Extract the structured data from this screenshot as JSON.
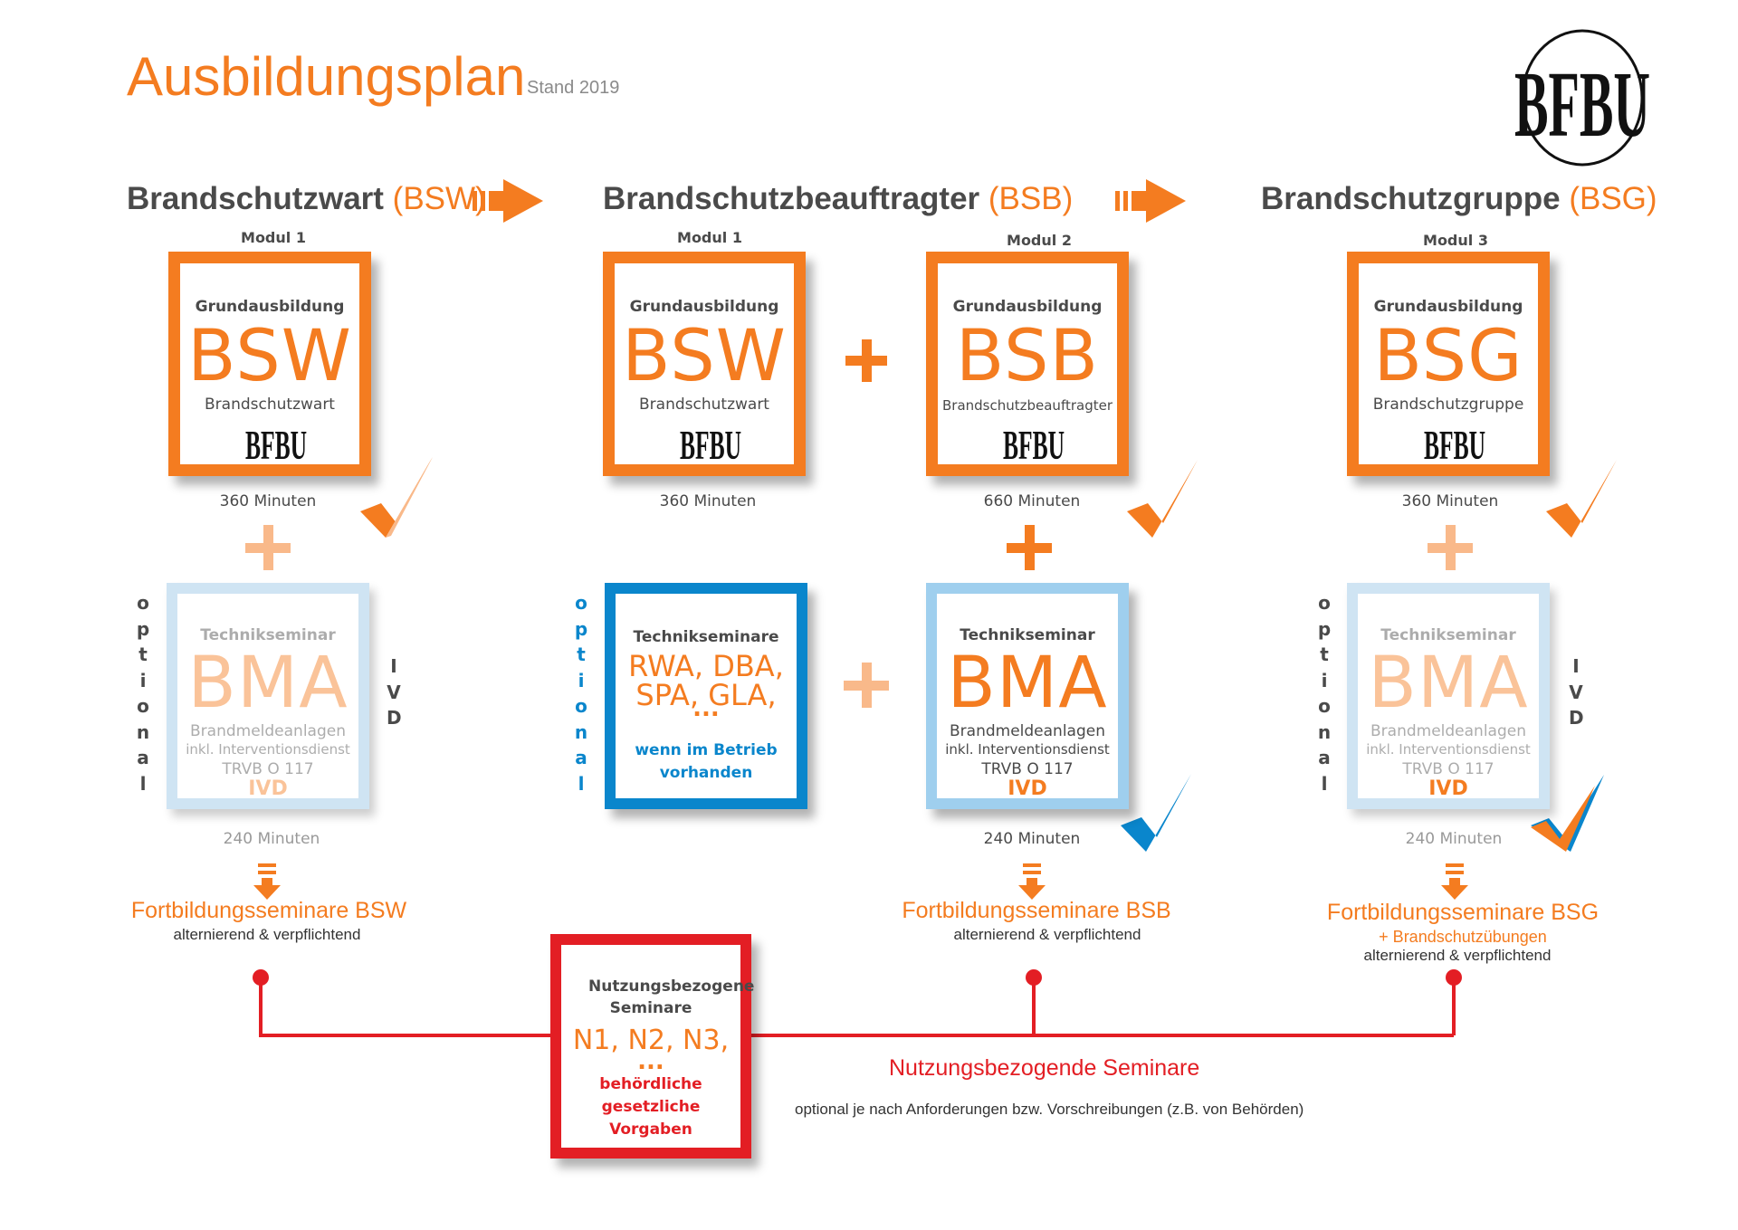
{
  "title": "Ausbildungsplan",
  "stand": "Stand 2019",
  "logo_text": "BFBU",
  "colors": {
    "orange": "#f47c20",
    "light_orange": "#f9b98a",
    "blue": "#0a86cc",
    "light_blue": "#cfe4f3",
    "red": "#e31e24",
    "gray": "#4a4a4a"
  },
  "columns": [
    {
      "header": "Brandschutzwart",
      "header_abbr": "(BSW)",
      "modules": [
        {
          "label": "Modul 1",
          "subtitle": "Grundausbildung",
          "code": "BSW",
          "name": "Brandschutzwart",
          "minutes": "360 Minuten",
          "completed": true
        }
      ],
      "technik": {
        "label": "Technikseminar",
        "code": "BMA",
        "line1": "Brandmeldeanlagen",
        "line2": "inkl. Interventionsdienst",
        "line3": "TRVB O 117",
        "highlight": "IVD",
        "minutes": "240 Minuten",
        "optional": "optional",
        "side": "IVD",
        "faded": true
      },
      "fortbildung": {
        "title": "Fortbildungsseminare BSW",
        "subtitle": "alternierend & verpflichtend"
      }
    },
    {
      "header": "Brandschutzbeauftragter",
      "header_abbr": "(BSB)",
      "modules": [
        {
          "label": "Modul 1",
          "subtitle": "Grundausbildung",
          "code": "BSW",
          "name": "Brandschutzwart",
          "minutes": "360 Minuten",
          "completed": false
        },
        {
          "label": "Modul 2",
          "subtitle": "Grundausbildung",
          "code": "BSB",
          "name": "Brandschutzbeauftragter",
          "minutes": "660 Minuten",
          "completed": true
        }
      ],
      "technik_optional": {
        "label": "Technikseminare",
        "codes": "RWA, DBA, SPA, GLA,",
        "ellipsis": "...",
        "note1": "wenn im Betrieb",
        "note2": "vorhanden",
        "optional": "optional"
      },
      "technik": {
        "label": "Technikseminar",
        "code": "BMA",
        "line1": "Brandmeldeanlagen",
        "line2": "inkl. Interventionsdienst",
        "line3": "TRVB O 117",
        "highlight": "IVD",
        "minutes": "240 Minuten",
        "faded": false,
        "completed": true
      },
      "fortbildung": {
        "title": "Fortbildungsseminare BSB",
        "subtitle": "alternierend & verpflichtend"
      }
    },
    {
      "header": "Brandschutzgruppe",
      "header_abbr": "(BSG)",
      "modules": [
        {
          "label": "Modul 3",
          "subtitle": "Grundausbildung",
          "code": "BSG",
          "name": "Brandschutzgruppe",
          "minutes": "360 Minuten",
          "completed": true
        }
      ],
      "technik": {
        "label": "Technikseminar",
        "code": "BMA",
        "line1": "Brandmeldeanlagen",
        "line2": "inkl. Interventionsdienst",
        "line3": "TRVB O 117",
        "highlight": "IVD",
        "minutes": "240 Minuten",
        "optional": "optional",
        "side": "IVD",
        "faded": true,
        "completed": true
      },
      "fortbildung": {
        "title": "Fortbildungsseminare BSG",
        "extra": "+ Brandschutzübungen",
        "subtitle": "alternierend & verpflichtend"
      }
    }
  ],
  "nutzung_box": {
    "title1": "Nutzungsbezogene",
    "title2": "Seminare",
    "codes": "N1, N2, N3,",
    "ellipsis": "...",
    "red1": "behördliche",
    "red2": "gesetzliche",
    "red3": "Vorgaben"
  },
  "nutzung_caption": "Nutzungsbezogende Seminare",
  "nutzung_note": "optional je nach Anforderungen bzw. Vorschreibungen (z.B. von Behörden)"
}
